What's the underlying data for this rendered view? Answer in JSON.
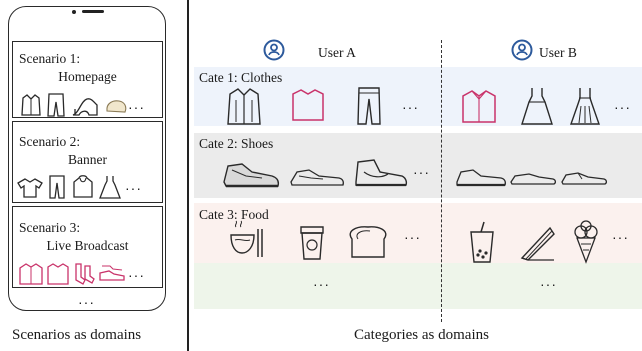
{
  "left_panel": {
    "scenarios": [
      {
        "title": "Scenario 1:",
        "subtitle": "Homepage",
        "icons": [
          "shirt-icon",
          "jeans-icon",
          "high-heel-icon",
          "bread-icon"
        ],
        "more": "···"
      },
      {
        "title": "Scenario 2:",
        "subtitle": "Banner",
        "icons": [
          "tshirt-icon",
          "trousers-icon",
          "hoodie-icon",
          "dress-icon"
        ],
        "more": "···"
      },
      {
        "title": "Scenario 3:",
        "subtitle": "Live Broadcast",
        "icons": [
          "shirt-pink-icon",
          "tshirt-pink-icon",
          "socks-icon",
          "shoes-pink-icon"
        ],
        "more": "···"
      }
    ],
    "bottom_more": "···",
    "caption": "Scenarios as domains"
  },
  "right_panel": {
    "users": [
      {
        "name": "User A",
        "icon": "user-icon"
      },
      {
        "name": "User B",
        "icon": "user-icon"
      }
    ],
    "categories": [
      {
        "label": "Cate 1: Clothes",
        "color": "#eef3fb",
        "more_a": "···",
        "more_b": "···"
      },
      {
        "label": "Cate 2: Shoes",
        "color": "#ebebeb",
        "more_a": "···"
      },
      {
        "label": "Cate 3: Food",
        "color": "#fbf1ee",
        "more_a": "···",
        "more_b": "···"
      },
      {
        "label": "",
        "color": "#eef5ea",
        "more_a": "···",
        "more_b": "···"
      }
    ],
    "caption": "Categories as domains"
  },
  "colors": {
    "user_accent": "#2d5a9c",
    "pink": "#c9336a",
    "outline": "#2a2a2a"
  }
}
